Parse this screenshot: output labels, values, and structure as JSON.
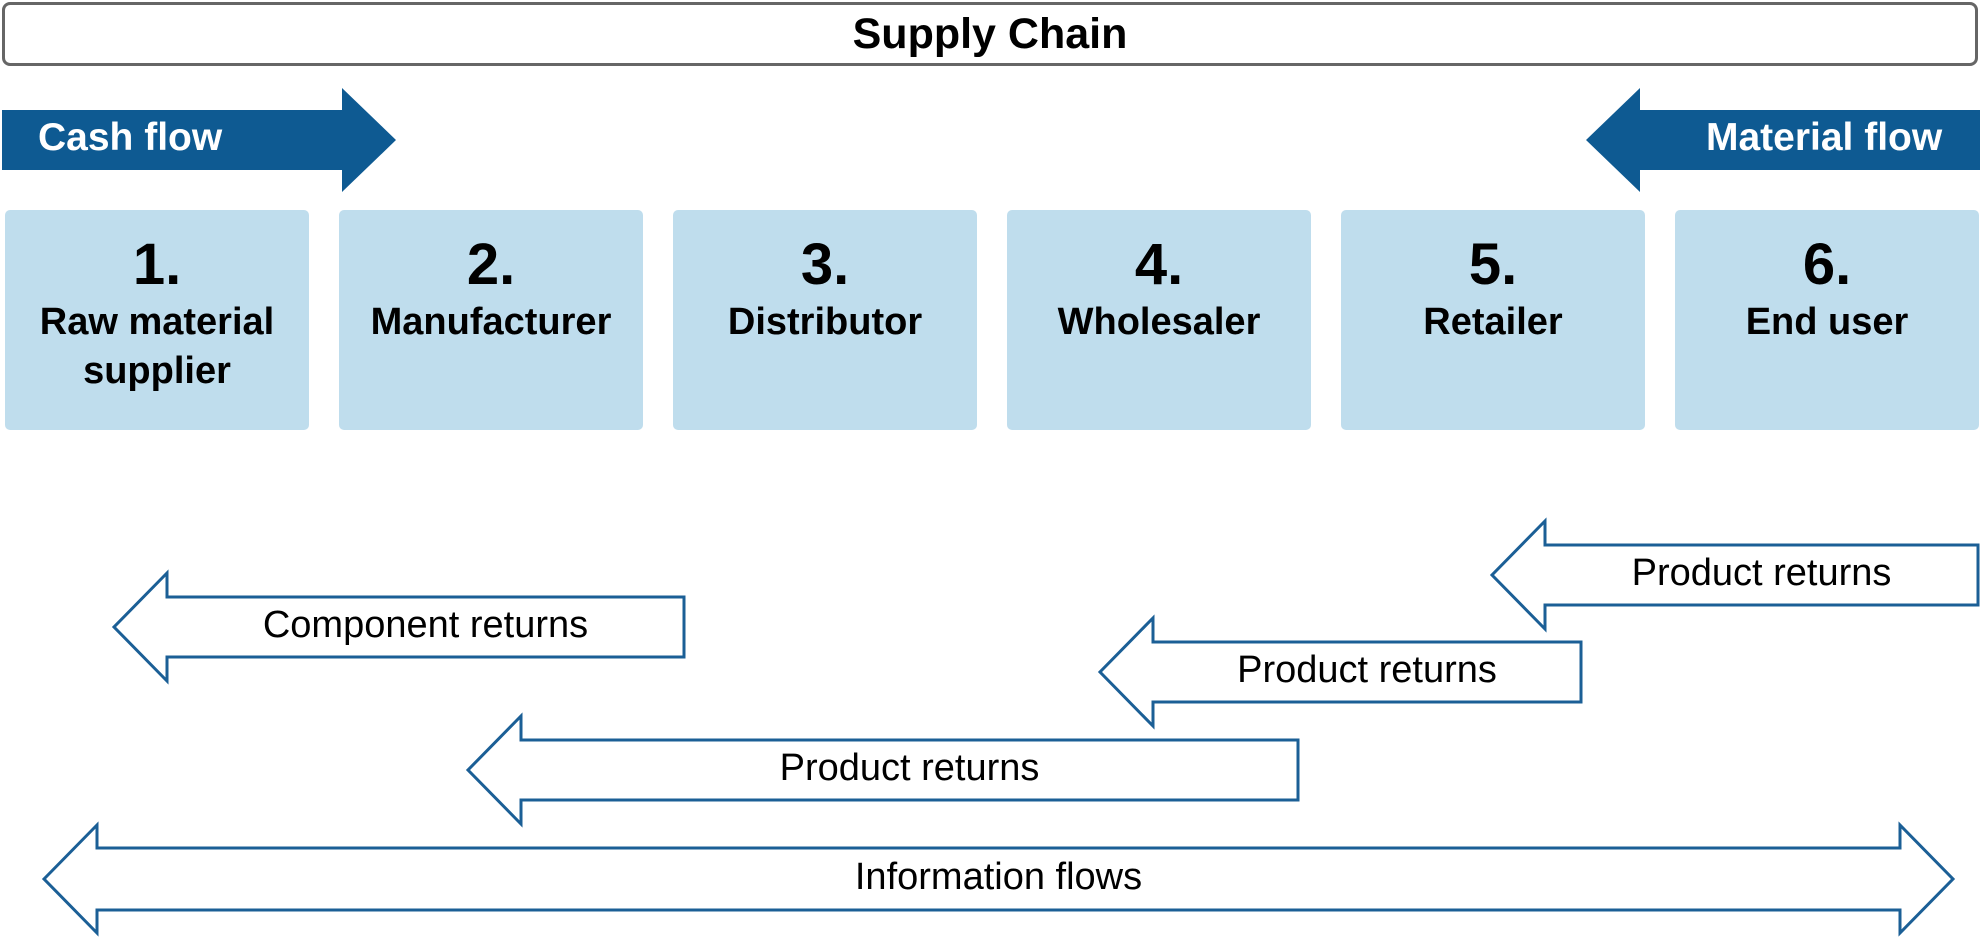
{
  "title": "Supply Chain",
  "flows": {
    "cash_flow": "Cash flow",
    "material_flow": "Material flow"
  },
  "stages": [
    {
      "number": "1.",
      "name_line1": "Raw material",
      "name_line2": "supplier"
    },
    {
      "number": "2.",
      "name_line1": "Manufacturer",
      "name_line2": ""
    },
    {
      "number": "3.",
      "name_line1": "Distributor",
      "name_line2": ""
    },
    {
      "number": "4.",
      "name_line1": "Wholesaler",
      "name_line2": ""
    },
    {
      "number": "5.",
      "name_line1": "Retailer",
      "name_line2": ""
    },
    {
      "number": "6.",
      "name_line1": "End user",
      "name_line2": ""
    }
  ],
  "return_arrows": {
    "product_returns_top": "Product returns",
    "component_returns": "Component returns",
    "product_returns_middle": "Product returns",
    "product_returns_bottom": "Product returns"
  },
  "information_flows": "Information flows",
  "colors": {
    "dark_blue": "#0e5a92",
    "stage_fill": "#bfdded",
    "outline_blue": "#1b5f96"
  }
}
